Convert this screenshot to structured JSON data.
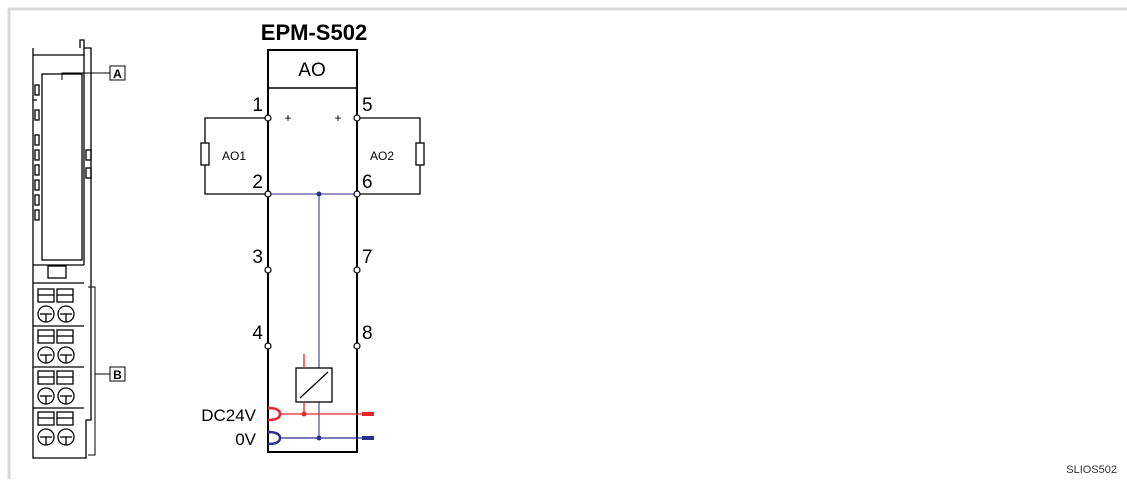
{
  "module": {
    "title": "EPM-S502",
    "function_label": "AO",
    "terminals_left": [
      "1",
      "2",
      "3",
      "4"
    ],
    "terminals_right": [
      "5",
      "6",
      "7",
      "8"
    ],
    "polarity_left": "+",
    "polarity_right": "+",
    "load_left": "AO1",
    "load_right": "AO2",
    "supply_plus": "DC24V",
    "supply_minus": "0V"
  },
  "callouts": {
    "a": "A",
    "b": "B"
  },
  "figure_code": "SLIOS502",
  "colors": {
    "supply_plus": "#e8242b",
    "supply_minus": "#2b2f8f",
    "ground_bus": "#5a56a8",
    "line": "#000000"
  }
}
